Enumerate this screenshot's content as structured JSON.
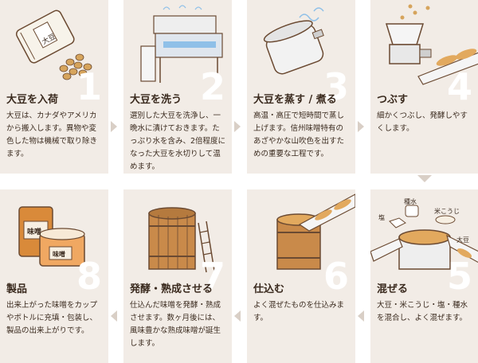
{
  "steps": [
    {
      "number": "1",
      "title": "大豆を入荷",
      "desc": "大豆は、カナダやアメリカから搬入します。異物や変色した物は機械で取り除きます。",
      "bag_label": "大豆"
    },
    {
      "number": "2",
      "title": "大豆を洗う",
      "desc": "選別した大豆を洗浄し、一晩水に漬けておきます。たっぷり水を含み、2倍程度になった大豆を水切りして温めます。"
    },
    {
      "number": "3",
      "title": "大豆を蒸す / 煮る",
      "desc": "高温・高圧で短時間で蒸し上げます。信州味噌特有のあざやかな山吹色を出すための重要な工程です。"
    },
    {
      "number": "4",
      "title": "つぶす",
      "desc": "細かくつぶし、発酵しやすくします。"
    },
    {
      "number": "5",
      "title": "混ぜる",
      "desc": "大豆・米こうじ・塩・種水を混合し、よく混ぜます。",
      "labels": {
        "tanemizu": "種水",
        "shio": "塩",
        "komekoji": "米こうじ",
        "daizu": "大豆"
      }
    },
    {
      "number": "6",
      "title": "仕込む",
      "desc": "よく混ぜたものを仕込みます。"
    },
    {
      "number": "7",
      "title": "発酵・熟成させる",
      "desc": "仕込んだ味噌を発酵・熟成させます。数ヶ月後には、風味豊かな熟成味噌が誕生します。"
    },
    {
      "number": "8",
      "title": "製品",
      "desc": "出来上がった味噌をカップやボトルに充填・包装し、製品の出来上がりです。",
      "pack_label_1": "味噌",
      "pack_label_2": "味噌"
    }
  ],
  "colors": {
    "panel": "#f2ece6",
    "number": "#ffffff",
    "arrow": "#d9cfc6",
    "text": "#3a2a1e"
  }
}
